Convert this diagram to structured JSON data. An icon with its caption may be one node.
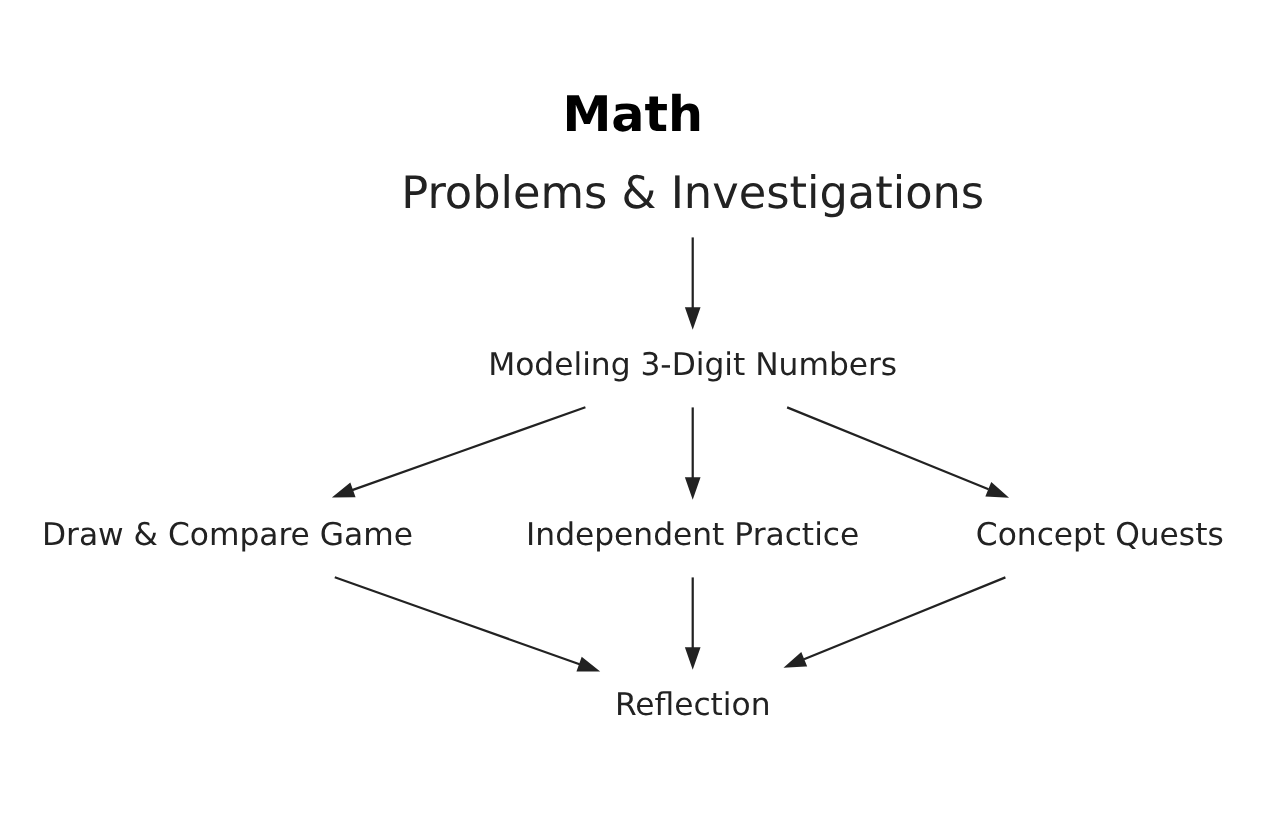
{
  "diagram": {
    "title": "Math",
    "nodes": [
      {
        "text": [
          "Problems & Investigations"
        ]
      },
      {
        "text": [
          "Modeling 3-Digit Numbers"
        ]
      },
      {
        "text": [
          "Draw & Compare Game"
        ]
      },
      {
        "text": [
          "Independent Practice"
        ]
      },
      {
        "text": [
          "Concept Quests"
        ]
      },
      {
        "text": [
          "Reflection"
        ]
      }
    ],
    "edges": [
      {
        "from": 0,
        "to": 1,
        "arrow": "to"
      },
      {
        "from": 1,
        "to": 2,
        "arrow": "to"
      },
      {
        "from": 1,
        "to": 3,
        "arrow": "to"
      },
      {
        "from": 1,
        "to": 4,
        "arrow": "to"
      },
      {
        "from": 2,
        "to": 5,
        "arrow": "to"
      },
      {
        "from": 3,
        "to": 5,
        "arrow": "to"
      },
      {
        "from": 4,
        "to": 5,
        "arrow": "to"
      }
    ]
  }
}
